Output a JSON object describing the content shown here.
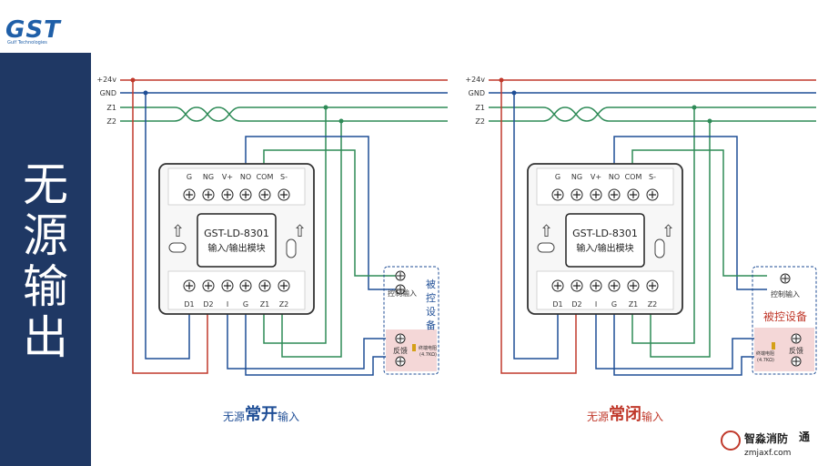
{
  "logo": {
    "text": "GST",
    "subtext": "Gulf Technologies"
  },
  "sidebar_title": "无源输出",
  "bus_labels": [
    "+24v",
    "GND",
    "Z1",
    "Z2"
  ],
  "terminals_top": [
    "G",
    "NG",
    "V+",
    "NO",
    "COM",
    "S-"
  ],
  "terminals_bottom": [
    "D1",
    "D2",
    "I",
    "G",
    "Z1",
    "Z2"
  ],
  "module": {
    "model": "GST-LD-8301",
    "name": "输入/输出模块"
  },
  "left_diagram": {
    "device_label": "被控设备",
    "control_input": "控制输入",
    "feedback": "反馈",
    "terminal_res": "终端电阻",
    "terminal_res_value": "(4.7KΩ)",
    "caption_small1": "无源",
    "caption_big": "常开",
    "caption_small2": "输入"
  },
  "right_diagram": {
    "device_label": "被控设备",
    "control_input": "控制输入",
    "feedback": "反馈",
    "terminal_res": "终端电阻",
    "terminal_res_value": "(4.7KΩ)",
    "caption_small1": "无源",
    "caption_big": "常闭",
    "caption_small2": "输入"
  },
  "watermark": {
    "site_name": "智淼消防",
    "url": "zmjaxf.com",
    "partial": "通"
  },
  "colors": {
    "sidebar": "#1f3864",
    "red": "#c0392b",
    "blue": "#1f4e96",
    "green": "#2e8b57",
    "accent_blue": "#1f5fa8"
  }
}
